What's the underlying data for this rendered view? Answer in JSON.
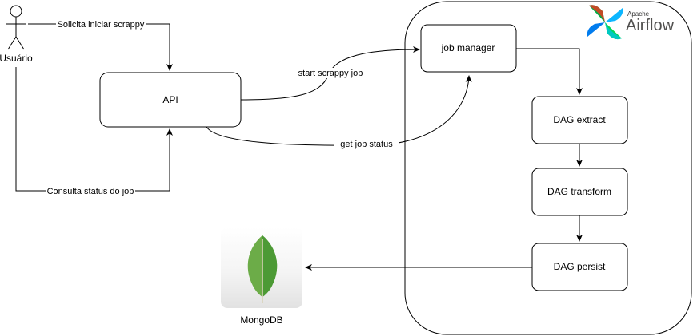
{
  "actor": {
    "label": "Usuário"
  },
  "nodes": {
    "api": "API",
    "job_manager": "job manager",
    "dag_extract": "DAG extract",
    "dag_transform": "DAG transform",
    "dag_persist": "DAG persist",
    "mongodb": "MongoDB"
  },
  "edges": {
    "request_start": "Solicita iniciar scrappy",
    "check_status": "Consulta status do job",
    "start_job": "start scrappy job",
    "get_status": "get job status"
  },
  "airflow_logo": {
    "brand_small": "Apache",
    "brand_large": "Airflow",
    "colors": [
      "#00ad46",
      "#017cee",
      "#04d659",
      "#0cb6ff",
      "#e43921",
      "#00c7d4"
    ]
  },
  "mongodb_logo": {
    "leaf_color": "#6cac48",
    "leaf_dark": "#4c9a35",
    "tile_color": "#ececec"
  }
}
